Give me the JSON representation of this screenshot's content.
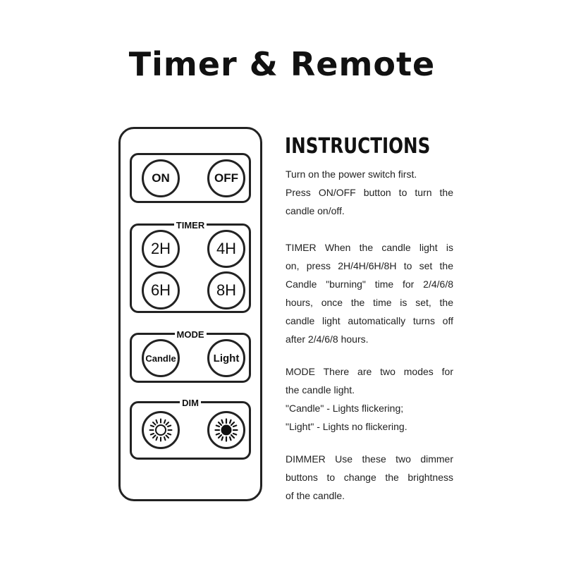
{
  "title": "Timer & Remote",
  "remote": {
    "power": {
      "on_label": "ON",
      "off_label": "OFF"
    },
    "timer": {
      "label": "TIMER",
      "buttons": [
        "2H",
        "4H",
        "6H",
        "8H"
      ]
    },
    "mode": {
      "label": "MODE",
      "candle_label": "Candle",
      "light_label": "Light"
    },
    "dim": {
      "label": "DIM",
      "dim_down_icon": "sun-outline-icon",
      "dim_up_icon": "sun-filled-icon"
    }
  },
  "instructions": {
    "heading": "INSTRUCTIONS",
    "power_lines": [
      "Turn on the power switch first.",
      "Press ON/OFF button to turn the",
      "candle on/off."
    ],
    "timer_lines": [
      "TIMER When the candle light is",
      "on, press 2H/4H/6H/8H to set the",
      "Candle \"burning\" time for 2/4/6/8",
      "hours, once the time is set, the",
      "candle light automatically turns off",
      "after 2/4/6/8 hours."
    ],
    "mode_lines": [
      "MODE There are two modes for",
      "the candle light.",
      "\"Candle\" - Lights flickering;",
      "\"Light\" - Lights no flickering."
    ],
    "dimmer_lines": [
      "DIMMER Use these two dimmer",
      "buttons to change the brightness",
      "of the candle."
    ]
  }
}
